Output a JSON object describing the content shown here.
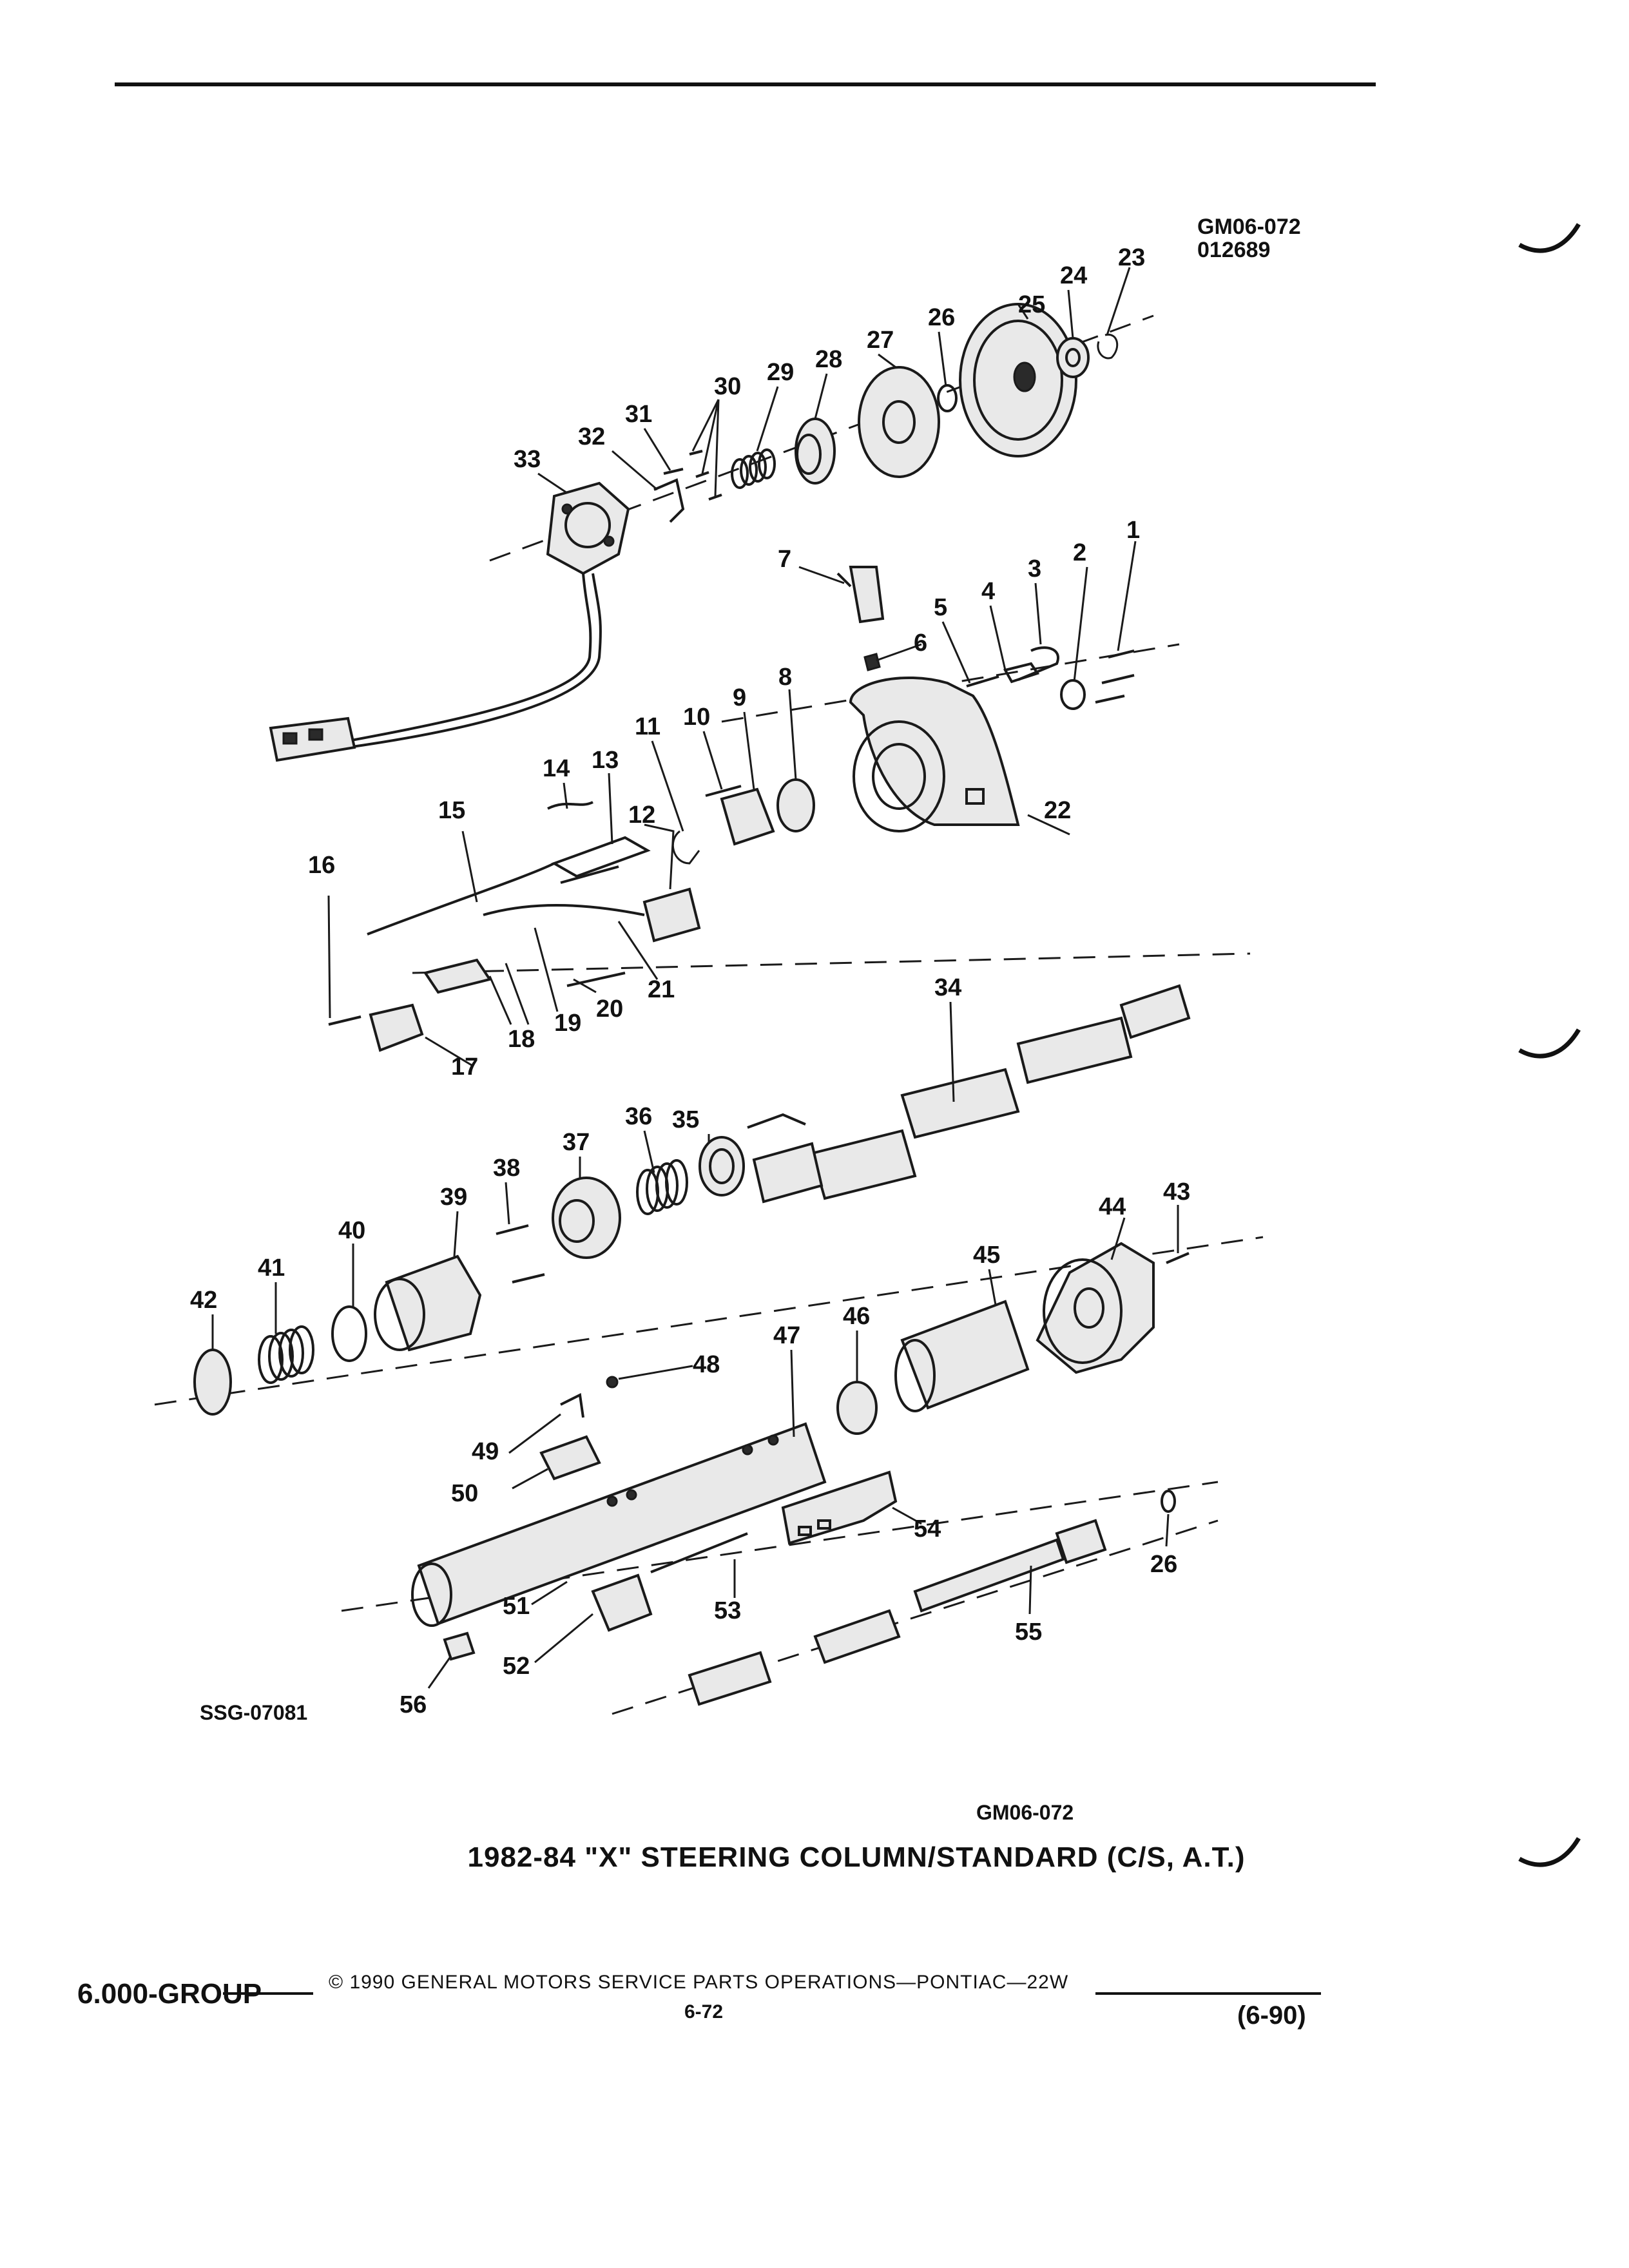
{
  "header": {
    "figure_code": "GM06-072",
    "figure_date": "012689"
  },
  "diagram": {
    "source_code": "SSG-07081",
    "figure_code_bottom": "GM06-072",
    "title": "1982-84 \"X\" STEERING COLUMN/STANDARD (C/S, A.T.)",
    "callouts": [
      "1",
      "2",
      "3",
      "4",
      "5",
      "6",
      "7",
      "8",
      "9",
      "10",
      "11",
      "12",
      "13",
      "14",
      "15",
      "16",
      "17",
      "18",
      "19",
      "20",
      "21",
      "22",
      "23",
      "24",
      "25",
      "26",
      "27",
      "28",
      "29",
      "30",
      "31",
      "32",
      "33",
      "34",
      "35",
      "36",
      "37",
      "38",
      "39",
      "40",
      "41",
      "42",
      "43",
      "44",
      "45",
      "46",
      "47",
      "48",
      "49",
      "50",
      "51",
      "52",
      "53",
      "54",
      "55",
      "26",
      "56"
    ]
  },
  "footer": {
    "group": "6.000-GROUP",
    "copyright": "© 1990 GENERAL MOTORS SERVICE PARTS OPERATIONS—PONTIAC—22W",
    "page": "6-72",
    "date": "(6-90)"
  }
}
